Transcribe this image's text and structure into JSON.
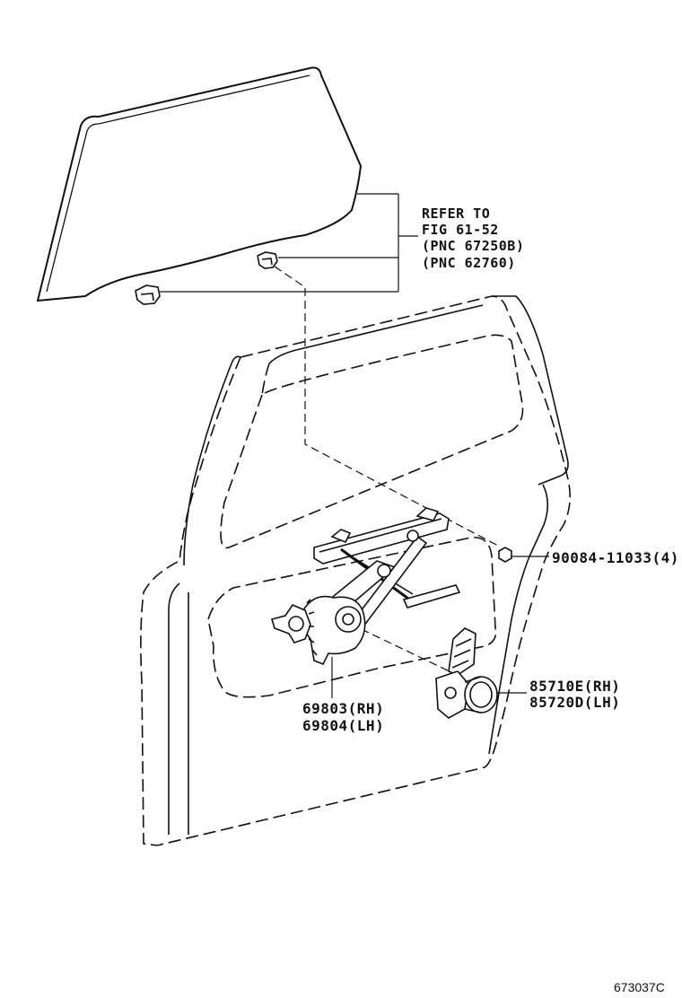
{
  "callouts": {
    "refer": {
      "line1": "REFER TO",
      "line2": "FIG 61-52",
      "line3": "(PNC 67250B)",
      "line4": "(PNC 62760)"
    },
    "bolt": {
      "part": "90084-11033",
      "qty": "(4)"
    },
    "regulator": {
      "rh": "69803(RH)",
      "lh": "69804(LH)"
    },
    "motor": {
      "rh": "85710E(RH)",
      "lh": "85720D(LH)"
    }
  },
  "figure_id": "673037C"
}
